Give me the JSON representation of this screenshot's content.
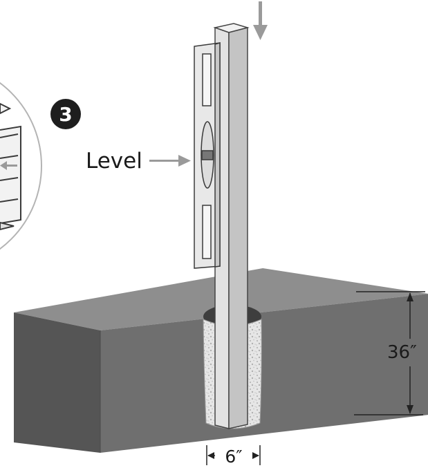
{
  "step": {
    "number": "3"
  },
  "labels": {
    "level": "Level",
    "depth": "36″",
    "width": "6″"
  },
  "icons": {
    "push_down": "arrow-down-icon",
    "level_pointer": "arrow-right-icon",
    "detail_pointer": "arrow-left-icon"
  },
  "colors": {
    "ground_side": "#6f6f6f",
    "ground_top": "#8d8d8d",
    "post_front": "#dcdcdc",
    "post_side": "#bdbdbd",
    "gravel": "#e4e4e4",
    "arrow": "#9a9a9a",
    "badge": "#1e1e1e"
  }
}
